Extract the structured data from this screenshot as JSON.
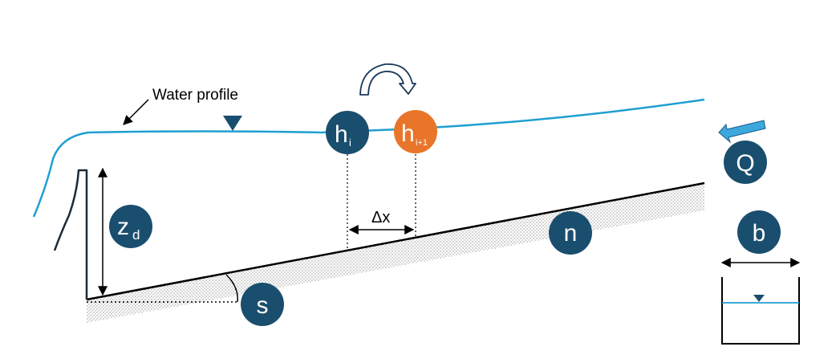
{
  "labels": {
    "water_profile": "Water profile",
    "delta_x": "Δx"
  },
  "variables": {
    "h_i": {
      "main": "h",
      "sub": "i"
    },
    "h_i1": {
      "main": "h",
      "sub": "i+1"
    },
    "q": {
      "main": "Q",
      "sub": ""
    },
    "zd": {
      "main": "z",
      "sub": "d"
    },
    "n": {
      "main": "n",
      "sub": ""
    },
    "b": {
      "main": "b",
      "sub": ""
    },
    "s": {
      "main": "s",
      "sub": ""
    }
  },
  "colors": {
    "water": "#1f9fd0",
    "node_dark": "#1a4e6e",
    "node_orange": "#e8752a",
    "line": "#000000"
  }
}
